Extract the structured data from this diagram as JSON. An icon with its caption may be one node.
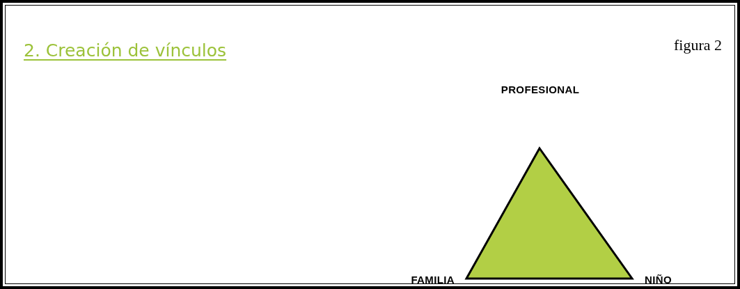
{
  "diagram": {
    "title": "2. Creación de vínculos",
    "nodes": [
      {
        "text": [],
        "shape": "triangle"
      }
    ],
    "labels": [
      "figura 2",
      "PROFESIONAL",
      "FAMILIA",
      "NIÑO"
    ]
  }
}
